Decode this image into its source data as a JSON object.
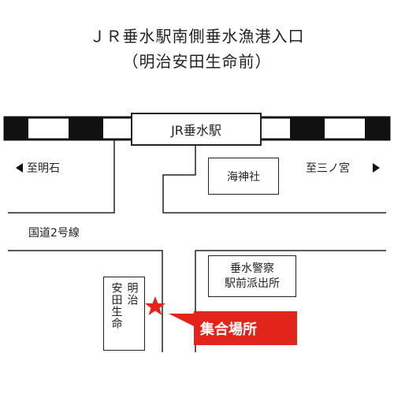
{
  "title": {
    "line1": "ＪＲ垂水駅南側垂水漁港入口",
    "line2": "（明治安田生命前）"
  },
  "map": {
    "station": "JR垂水駅",
    "direction_left": "至明石",
    "direction_right": "至三ノ宮",
    "shrine": "海神社",
    "road": "国道2号線",
    "police_line1": "垂水警察",
    "police_line2": "駅前派出所",
    "building_col1": "明治",
    "building_col2": "安田生命",
    "meeting_point": "集合場所"
  },
  "colors": {
    "accent_red": "#e3241b",
    "rail_black": "#111111",
    "road_line": "#222222"
  },
  "icons": {
    "direction_left": "triangle-left-icon",
    "direction_right": "triangle-right-icon",
    "meeting_marker": "star-icon"
  }
}
